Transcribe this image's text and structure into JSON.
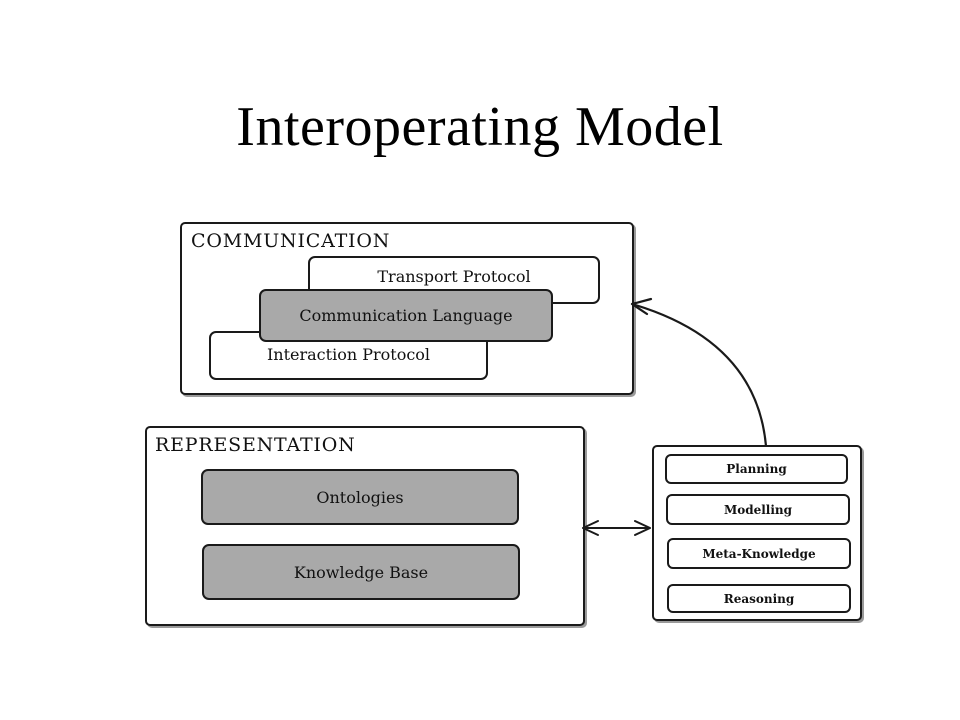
{
  "title": "Interoperating Model",
  "communication": {
    "label": "COMMUNICATION",
    "layers": {
      "transport": "Transport Protocol",
      "language": "Communication Language",
      "interaction": "Interaction Protocol"
    }
  },
  "representation": {
    "label": "REPRESENTATION",
    "items": {
      "ontologies": "Ontologies",
      "knowledge_base": "Knowledge Base"
    }
  },
  "capabilities": [
    "Planning",
    "Modelling",
    "Meta-Knowledge",
    "Reasoning"
  ],
  "colors": {
    "gray_box": "#a9a9a9",
    "line": "#1a1a1a"
  }
}
